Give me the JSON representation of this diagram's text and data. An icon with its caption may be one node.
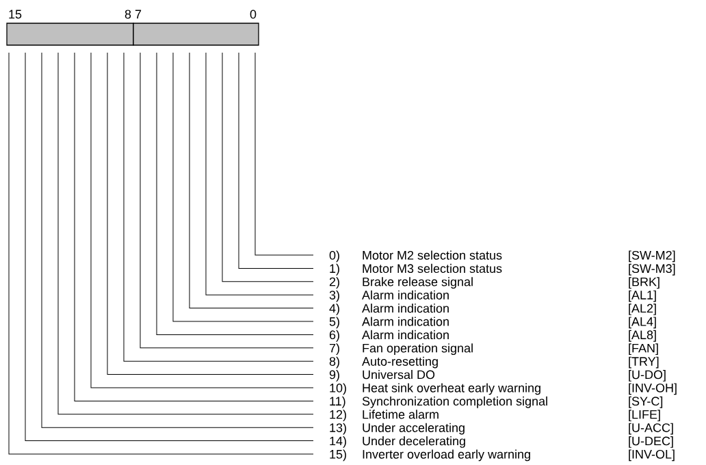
{
  "diagram": {
    "nodes": [
      {
        "text": [
          "15",
          "8"
        ]
      },
      {
        "text": [
          "7",
          "0"
        ]
      },
      {
        "text": [
          "0)",
          "Motor M2 selection status",
          "[SW-M2]"
        ]
      },
      {
        "text": [
          "1)",
          "Motor M3 selection status",
          "[SW-M3]"
        ]
      },
      {
        "text": [
          "2)",
          "Brake release signal",
          "[BRK]"
        ]
      },
      {
        "text": [
          "3)",
          "Alarm indication",
          "[AL1]"
        ]
      },
      {
        "text": [
          "4)",
          "Alarm indication",
          "[AL2]"
        ]
      },
      {
        "text": [
          "5)",
          "Alarm indication",
          "[AL4]"
        ]
      },
      {
        "text": [
          "6)",
          "Alarm indication",
          "[AL8]"
        ]
      },
      {
        "text": [
          "7)",
          "Fan operation signal",
          "[FAN]"
        ]
      },
      {
        "text": [
          "8)",
          "Auto-resetting",
          "[TRY]"
        ]
      },
      {
        "text": [
          "9)",
          "Universal DO",
          "[U-DO]"
        ]
      },
      {
        "text": [
          "10)",
          "Heat sink overheat early warning",
          "[INV-OH]"
        ]
      },
      {
        "text": [
          "11)",
          "Synchronization completion signal",
          "[SY-C]"
        ]
      },
      {
        "text": [
          "12)",
          "Lifetime alarm",
          "[LIFE]"
        ]
      },
      {
        "text": [
          "13)",
          "Under accelerating",
          "[U-ACC]"
        ]
      },
      {
        "text": [
          "14)",
          "Under decelerating",
          "[U-DEC]"
        ]
      },
      {
        "text": [
          "15)",
          "Inverter overload early warning",
          "[INV-OL]"
        ]
      }
    ],
    "edges": [
      {
        "from": 2,
        "to": 1,
        "arrow": "none"
      },
      {
        "from": 3,
        "to": 1,
        "arrow": "none"
      },
      {
        "from": 4,
        "to": 1,
        "arrow": "none"
      },
      {
        "from": 5,
        "to": 1,
        "arrow": "none"
      },
      {
        "from": 6,
        "to": 1,
        "arrow": "none"
      },
      {
        "from": 7,
        "to": 1,
        "arrow": "none"
      },
      {
        "from": 8,
        "to": 1,
        "arrow": "none"
      },
      {
        "from": 9,
        "to": 1,
        "arrow": "none"
      },
      {
        "from": 10,
        "to": 0,
        "arrow": "none"
      },
      {
        "from": 11,
        "to": 0,
        "arrow": "none"
      },
      {
        "from": 12,
        "to": 0,
        "arrow": "none"
      },
      {
        "from": 13,
        "to": 0,
        "arrow": "none"
      },
      {
        "from": 14,
        "to": 0,
        "arrow": "none"
      },
      {
        "from": 15,
        "to": 0,
        "arrow": "none"
      },
      {
        "from": 16,
        "to": 0,
        "arrow": "none"
      },
      {
        "from": 17,
        "to": 0,
        "arrow": "none"
      }
    ]
  }
}
